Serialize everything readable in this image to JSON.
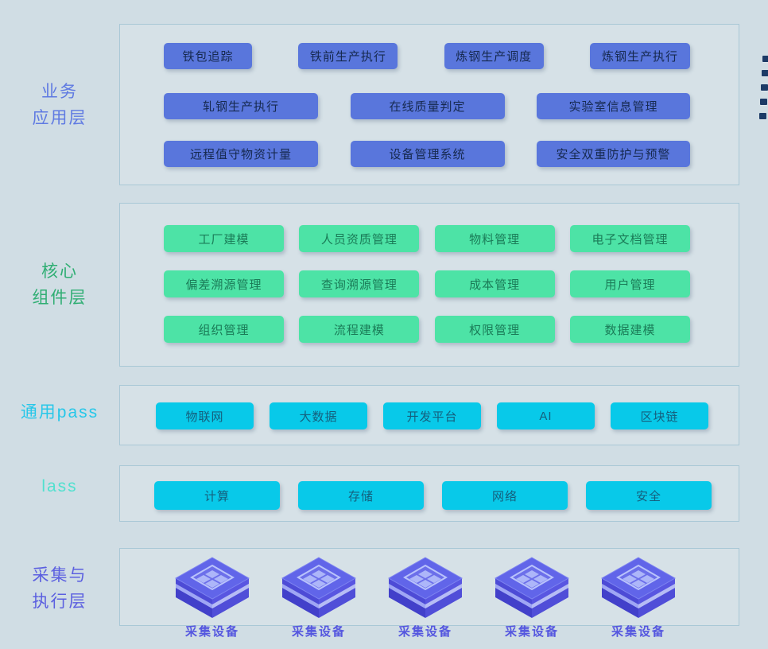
{
  "page": {
    "background": "#d0dde4",
    "panel_border": "#a9c8d6"
  },
  "decor": {
    "edge_marks": {
      "count": 5,
      "color": "#1c3a66",
      "name": "right-edge-dash-marks"
    }
  },
  "layers": [
    {
      "id": "business",
      "label_lines": [
        "业务",
        "应用层"
      ],
      "label_color": "#5f7ae2",
      "button_color": "#5976dc",
      "button_text_color": "#16294f",
      "rows": [
        [
          "铁包追踪",
          "铁前生产执行",
          "炼钢生产调度",
          "炼钢生产执行"
        ],
        [
          "轧钢生产执行",
          "在线质量判定",
          "实验室信息管理"
        ],
        [
          "远程值守物资计量",
          "设备管理系统",
          "安全双重防护与预警"
        ]
      ]
    },
    {
      "id": "core-components",
      "label_lines": [
        "核心",
        "组件层"
      ],
      "label_color": "#2fae73",
      "button_color": "#4de3a6",
      "button_text_color": "#1a7b57",
      "rows": [
        [
          "工厂建模",
          "人员资质管理",
          "物料管理",
          "电子文档管理"
        ],
        [
          "偏差溯源管理",
          "查询溯源管理",
          "成本管理",
          "用户管理"
        ],
        [
          "组织管理",
          "流程建模",
          "权限管理",
          "数据建模"
        ]
      ]
    },
    {
      "id": "common-paas",
      "label_lines": [
        "通用pass"
      ],
      "label_color": "#27c7e9",
      "button_color": "#08c9e9",
      "button_text_color": "#155f7d",
      "rows": [
        [
          "物联网",
          "大数据",
          "开发平台",
          "AI",
          "区块链"
        ]
      ]
    },
    {
      "id": "iaas",
      "label_lines": [
        "lass"
      ],
      "label_color": "#52e0cf",
      "button_color": "#08c9e9",
      "button_text_color": "#155f7d",
      "rows": [
        [
          "计算",
          "存储",
          "网络",
          "安全"
        ]
      ]
    },
    {
      "id": "collection-execution",
      "label_lines": [
        "采集与",
        "执行层"
      ],
      "label_color": "#5b5fe0",
      "devices": [
        "采集设备",
        "采集设备",
        "采集设备",
        "采集设备",
        "采集设备"
      ],
      "device_label_color": "#5557df",
      "cube_colors": {
        "top": "#6165e9",
        "left": "#4d4bd6",
        "right": "#5956e1",
        "band_left": "#99a0f6",
        "band_right": "#aeb3f9",
        "bottom_left": "#4240ca",
        "bottom_right": "#504ed8",
        "glyph": "#b9c3fb"
      }
    }
  ]
}
